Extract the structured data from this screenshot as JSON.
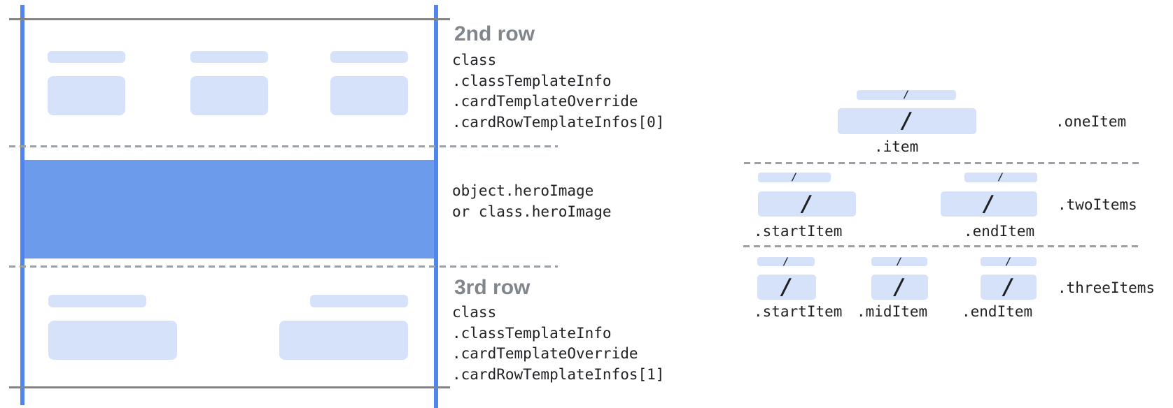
{
  "colors": {
    "accent_line": "#5285ec",
    "hero_fill": "#6d9bec",
    "item_fill": "#d6e2f9",
    "solid_line": "#858585",
    "dashed_line": "#9aa0a6",
    "heading_text": "#80868b",
    "code_text": "#202124"
  },
  "annotations": {
    "row2": {
      "heading": "2nd row",
      "lines": [
        "class",
        ".classTemplateInfo",
        ".cardTemplateOverride",
        ".cardRowTemplateInfos[0]"
      ]
    },
    "hero": {
      "lines": [
        "object.heroImage",
        "or class.heroImage"
      ]
    },
    "row3": {
      "heading": "3rd row",
      "lines": [
        "class",
        ".classTemplateInfo",
        ".cardTemplateOverride",
        ".cardRowTemplateInfos[1]"
      ]
    }
  },
  "legend": {
    "slash": "/",
    "rows": [
      {
        "name": ".oneItem",
        "item_labels": [
          ".item"
        ]
      },
      {
        "name": ".twoItems",
        "item_labels": [
          ".startItem",
          ".endItem"
        ]
      },
      {
        "name": ".threeItems",
        "item_labels": [
          ".startItem",
          ".midItem",
          ".endItem"
        ]
      }
    ]
  }
}
